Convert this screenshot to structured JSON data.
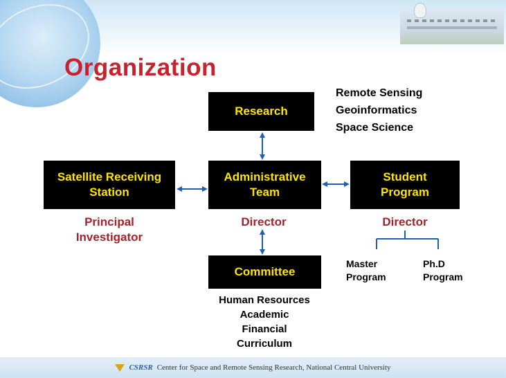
{
  "title": "Organization",
  "nodes": {
    "research": "Research",
    "satellite": "Satellite Receiving Station",
    "admin": "Administrative Team",
    "student": "Student Program",
    "committee": "Committee"
  },
  "research_fields": [
    "Remote Sensing",
    "Geoinformatics",
    "Space Science"
  ],
  "labels": {
    "principal_investigator": "Principal Investigator",
    "admin_director": "Director",
    "student_director": "Director"
  },
  "programs": {
    "master": "Master Program",
    "phd": "Ph.D Program"
  },
  "committee_items": [
    "Human Resources",
    "Academic",
    "Financial",
    "Curriculum"
  ],
  "footer": {
    "logo": "CSRSR",
    "text": "Center for Space and Remote Sensing Research, National Central University"
  },
  "colors": {
    "title": "#c8232c",
    "box_bg": "#000000",
    "box_text": "#ffe600",
    "red_label": "#a0252b",
    "arrow": "#1f5fb3"
  }
}
